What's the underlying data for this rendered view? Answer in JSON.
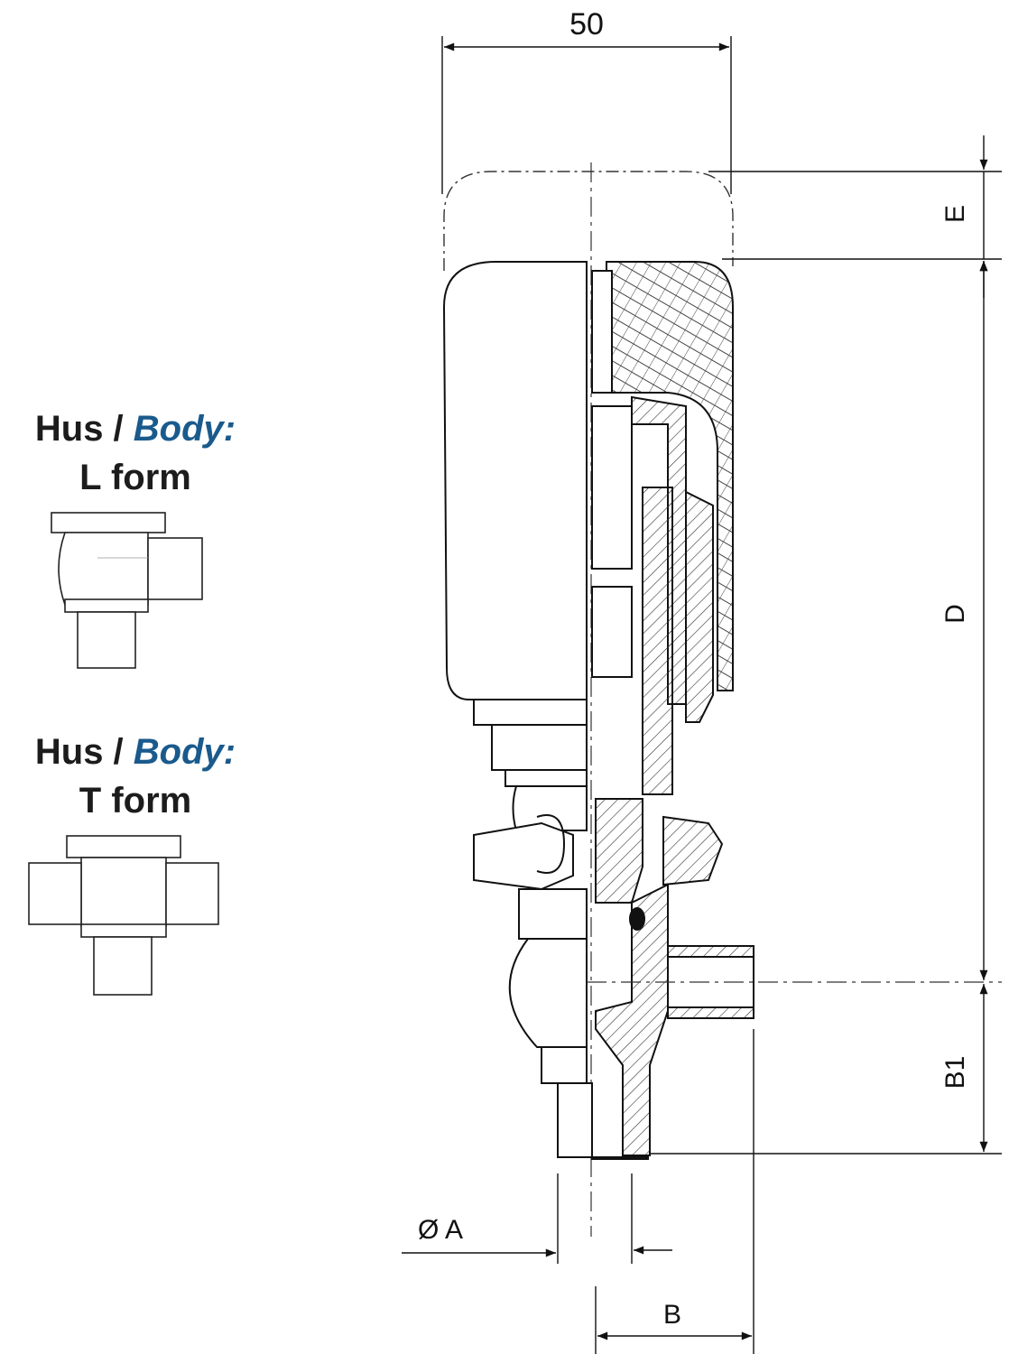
{
  "legend": {
    "l_form": {
      "prefix": "Hus / ",
      "italic": "Body:",
      "form": "L form"
    },
    "t_form": {
      "prefix": "Hus / ",
      "italic": "Body:",
      "form": "T form"
    }
  },
  "dimensions": {
    "width": "50",
    "e": "E",
    "d": "D",
    "b1": "B1",
    "diameter_a": "Ø A",
    "b": "B"
  },
  "colors": {
    "text": "#1c1c1c",
    "accent": "#1a5a8c",
    "line": "#111111"
  }
}
